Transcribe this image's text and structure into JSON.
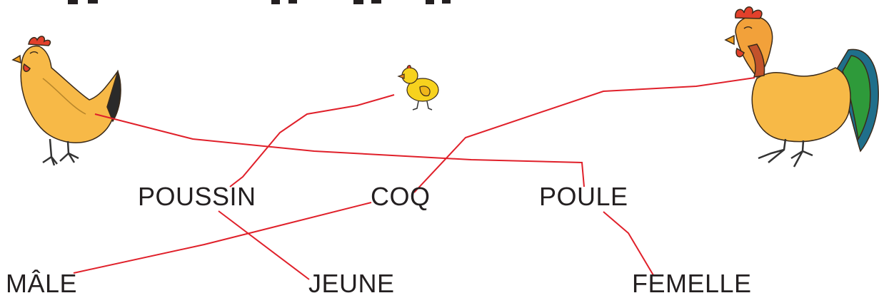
{
  "colors": {
    "line": "#e0202a",
    "text": "#231f20",
    "body": "#f7b947",
    "comb": "#e2402b"
  },
  "labels": {
    "poussin": "POUSSIN",
    "coq": "COQ",
    "poule": "POULE",
    "male": "MÂLE",
    "jeune": "JEUNE",
    "femelle": "FEMELLE"
  },
  "icons": [
    "hen-icon",
    "chick-icon",
    "rooster-icon"
  ]
}
